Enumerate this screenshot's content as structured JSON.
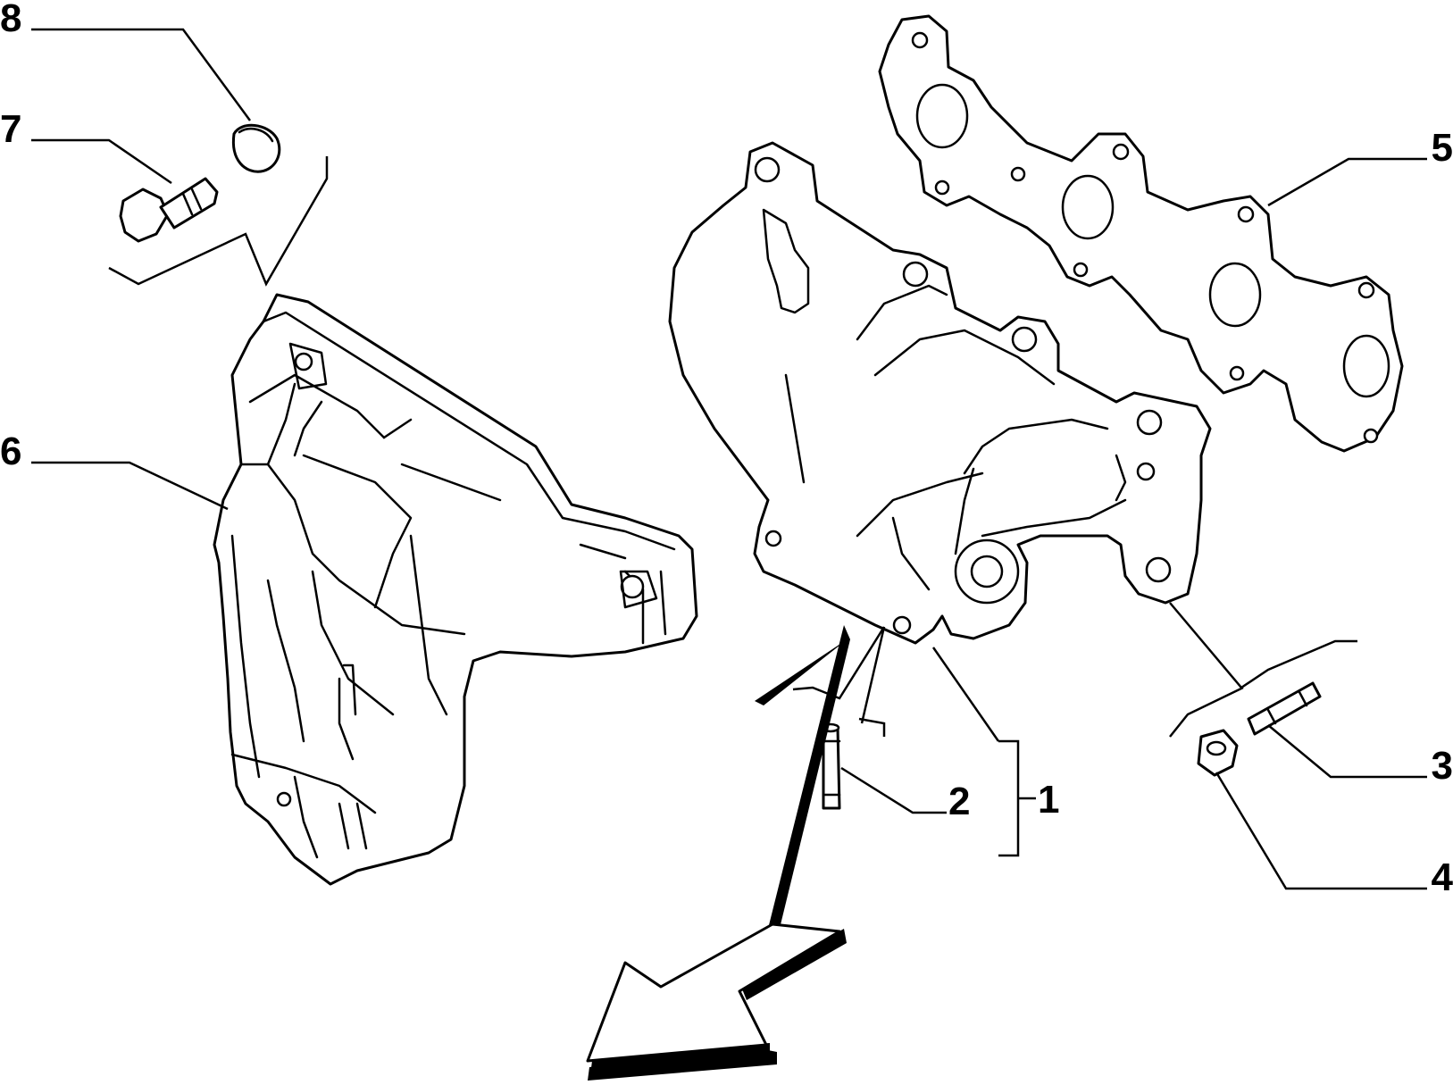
{
  "callouts": [
    {
      "id": "1",
      "label": "1",
      "part": "exhaust-manifold"
    },
    {
      "id": "2",
      "label": "2",
      "part": "stud-short"
    },
    {
      "id": "3",
      "label": "3",
      "part": "stud-long"
    },
    {
      "id": "4",
      "label": "4",
      "part": "nut"
    },
    {
      "id": "5",
      "label": "5",
      "part": "manifold-gasket"
    },
    {
      "id": "6",
      "label": "6",
      "part": "heat-shield"
    },
    {
      "id": "7",
      "label": "7",
      "part": "bolt"
    },
    {
      "id": "8",
      "label": "8",
      "part": "washer-plug"
    }
  ],
  "colors": {
    "line": "#000000",
    "background": "#ffffff"
  },
  "arrow_icon": "direction-arrow-icon"
}
